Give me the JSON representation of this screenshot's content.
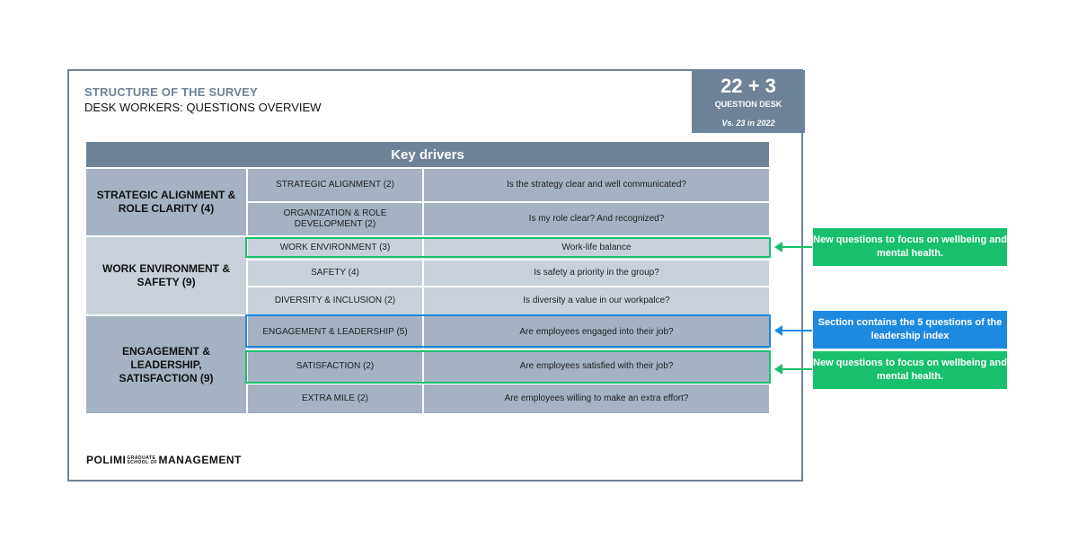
{
  "header": {
    "title": "STRUCTURE OF THE SURVEY",
    "subtitle": "DESK WORKERS: QUESTIONS OVERVIEW"
  },
  "question_box": {
    "count": "22 + 3",
    "label": "QUESTION DESK",
    "comparison": "Vs. 23 in 2022"
  },
  "table": {
    "header": "Key drivers",
    "groups": [
      {
        "category": "STRATEGIC ALIGNMENT & ROLE CLARITY (4)",
        "rows": [
          {
            "driver": "STRATEGIC ALIGNMENT (2)",
            "question": "Is the strategy clear and well communicated?"
          },
          {
            "driver": "ORGANIZATION & ROLE DEVELOPMENT (2)",
            "question": "Is my role clear? And recognized?"
          }
        ]
      },
      {
        "category": "WORK ENVIRONMENT & SAFETY (9)",
        "rows": [
          {
            "driver": "WORK ENVIRONMENT (3)",
            "question": "Work-life balance"
          },
          {
            "driver": "SAFETY (4)",
            "question": "Is safety a priority in the group?"
          },
          {
            "driver": "DIVERSITY & INCLUSION (2)",
            "question": "Is diversity a value in our workpalce?"
          }
        ]
      },
      {
        "category": "ENGAGEMENT & LEADERSHIP, SATISFACTION (9)",
        "rows": [
          {
            "driver": "ENGAGEMENT & LEADERSHIP (5)",
            "question": "Are employees engaged into their job?"
          },
          {
            "driver": "SATISFACTION (2)",
            "question": "Are employees satisfied with their job?"
          },
          {
            "driver": "EXTRA MILE (2)",
            "question": "Are employees willing to make an extra effort?"
          }
        ]
      }
    ]
  },
  "callouts": {
    "work_environment": "New questions to focus on wellbeing and mental health.",
    "leadership": "Section contains the 5 questions of the leadership index",
    "satisfaction": "New questions to focus on wellbeing and mental health."
  },
  "logo": {
    "left": "POLIMI",
    "small_top": "GRADUATE",
    "small_bottom": "SCHOOL OF",
    "right": "MANAGEMENT"
  },
  "colors": {
    "slate": "#6e8299",
    "green": "#18c06b",
    "blue": "#1d8ae0"
  }
}
